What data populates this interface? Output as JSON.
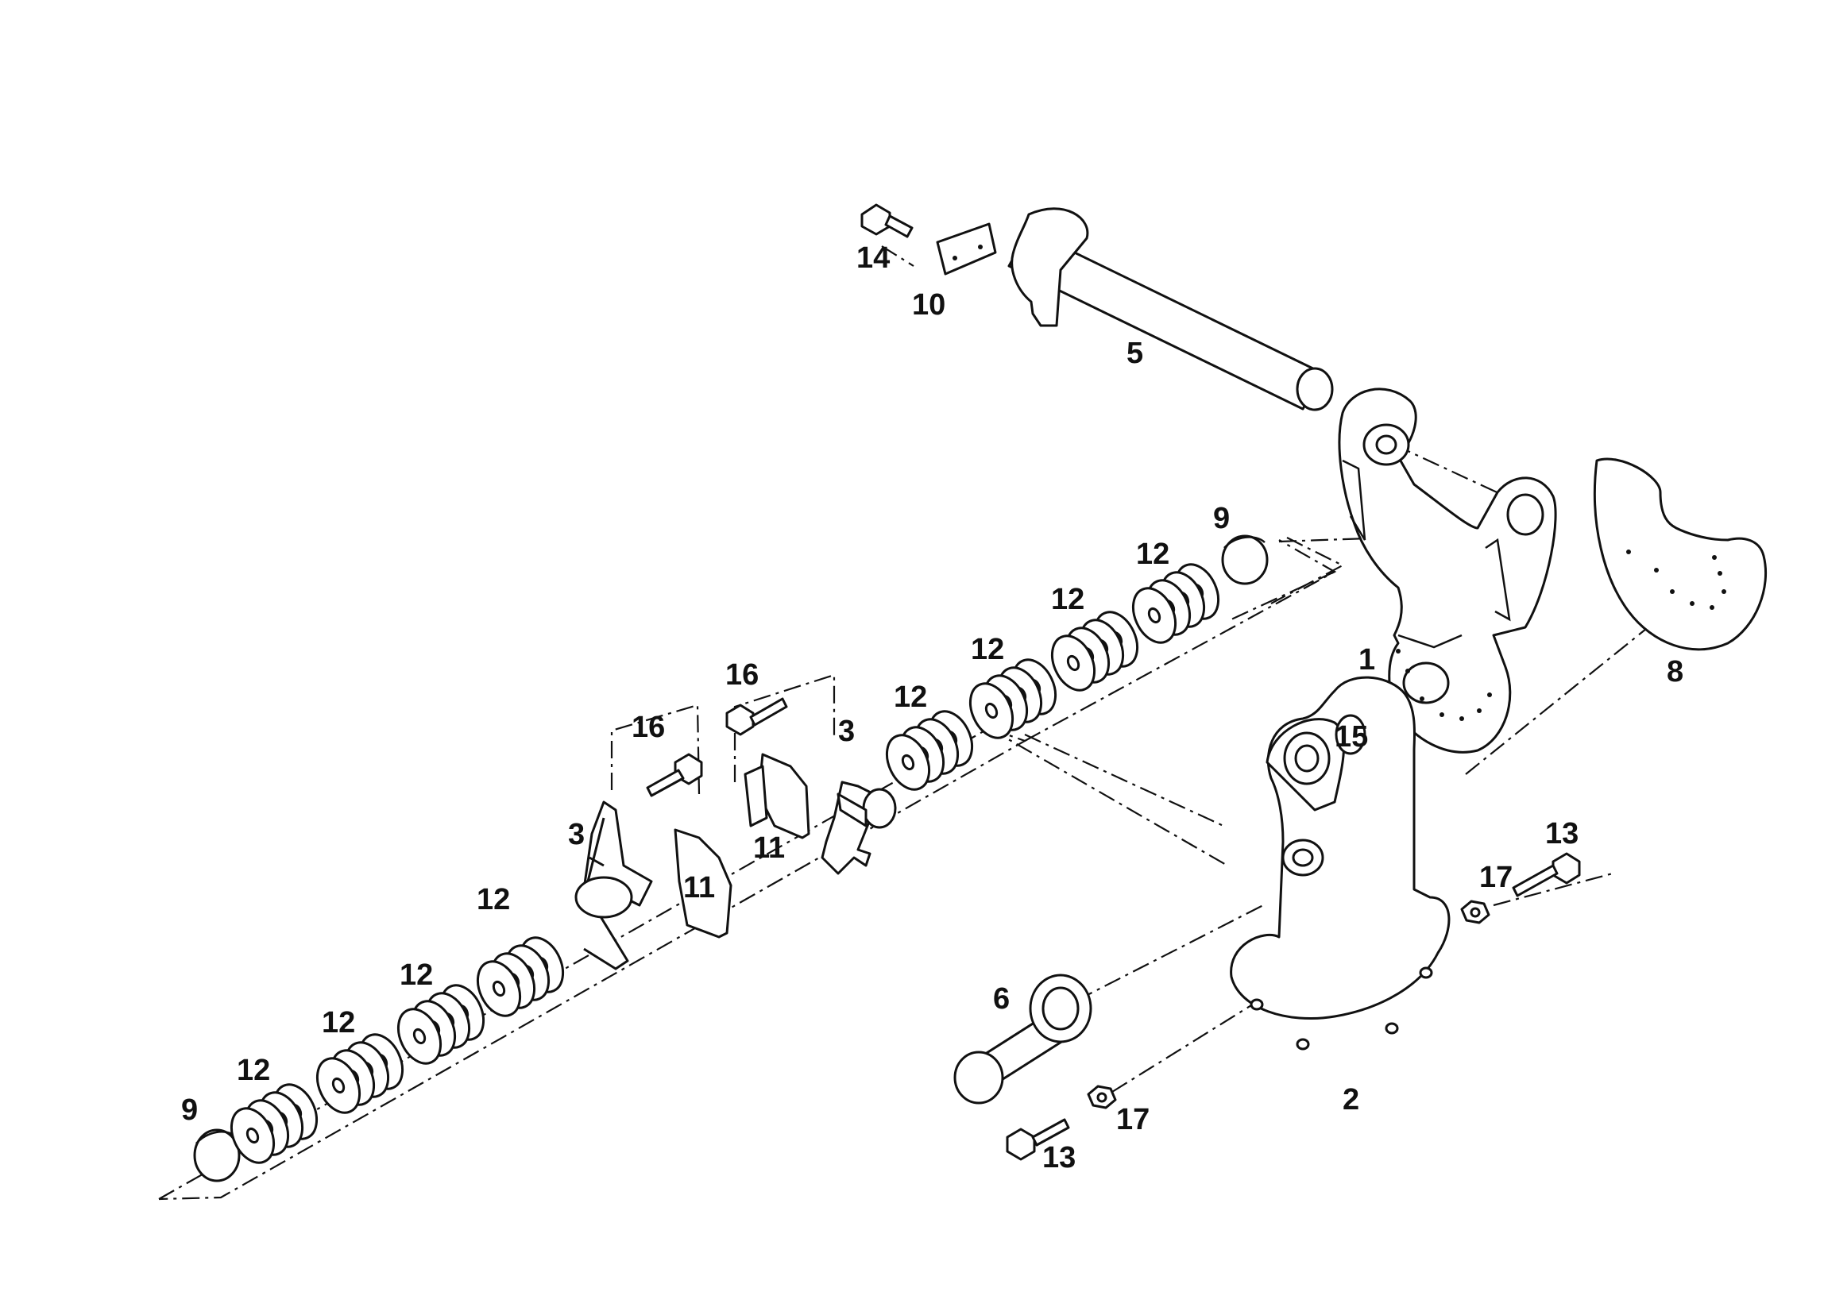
{
  "labels": {
    "l1": "1",
    "l2": "2",
    "l3a": "3",
    "l3b": "3",
    "l5": "5",
    "l6": "6",
    "l8": "8",
    "l9a": "9",
    "l9b": "9",
    "l10": "10",
    "l11a": "11",
    "l11b": "11",
    "l12a": "12",
    "l12b": "12",
    "l12c": "12",
    "l12d": "12",
    "l12e": "12",
    "l12f": "12",
    "l12g": "12",
    "l12h": "12",
    "l13a": "13",
    "l13b": "13",
    "l14": "14",
    "l15": "15",
    "l16a": "16",
    "l16b": "16",
    "l17a": "17",
    "l17b": "17"
  }
}
